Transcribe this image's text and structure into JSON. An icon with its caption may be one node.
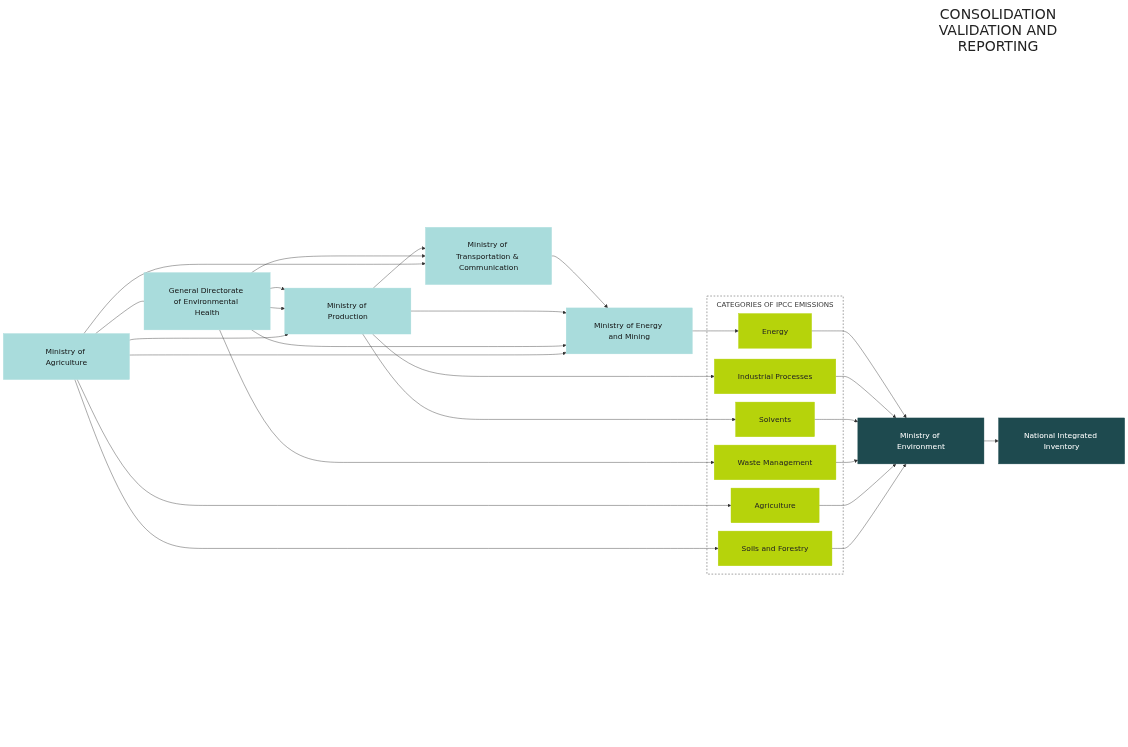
{
  "diagram": {
    "nodes": [
      {
        "text": [
          "Ministry of Energy and Mining"
        ]
      },
      {
        "text": [
          "Ministry of Transportation & Communication"
        ]
      },
      {
        "text": [
          "Ministry of Production"
        ]
      },
      {
        "text": [
          "General Directorate of Environmental Health"
        ]
      },
      {
        "text": [
          "Ministry of Agriculture"
        ]
      },
      {
        "text": [
          "CATEGORIES OF IPCC EMISSIONS"
        ]
      },
      {
        "text": [
          "Energy"
        ],
        "in": 5
      },
      {
        "text": [
          "Industrial Processes"
        ],
        "in": 5
      },
      {
        "text": [
          "Solvents"
        ],
        "in": 5
      },
      {
        "text": [
          "Waste Management"
        ],
        "in": 5
      },
      {
        "text": [
          "Agriculture"
        ],
        "in": 5
      },
      {
        "text": [
          "Soils and Forestry"
        ],
        "in": 5
      },
      {
        "text": [
          "Ministry of Environment"
        ]
      },
      {
        "text": [
          "National Integrated Inventory"
        ]
      }
    ],
    "edges": [
      {
        "from": 1,
        "to": 0,
        "arrow": "to"
      },
      {
        "from": 3,
        "to": 2,
        "arrow": "to"
      },
      {
        "from": 4,
        "to": 3,
        "arrow": "none"
      },
      {
        "from": 2,
        "to": 0,
        "arrow": "to"
      },
      {
        "from": 2,
        "to": 1,
        "arrow": "to"
      },
      {
        "from": 3,
        "to": 0,
        "arrow": "to"
      },
      {
        "from": 3,
        "to": 1,
        "arrow": "to"
      },
      {
        "from": 3,
        "to": 2,
        "arrow": "to"
      },
      {
        "from": 4,
        "to": 0,
        "arrow": "to"
      },
      {
        "from": 4,
        "to": 1,
        "arrow": "to"
      },
      {
        "from": 4,
        "to": 2,
        "arrow": "to"
      },
      {
        "from": 0,
        "to": 6,
        "arrow": "to"
      },
      {
        "from": 2,
        "to": 7,
        "arrow": "to"
      },
      {
        "from": 2,
        "to": 8,
        "arrow": "to"
      },
      {
        "from": 3,
        "to": 9,
        "arrow": "to"
      },
      {
        "from": 4,
        "to": 10,
        "arrow": "to"
      },
      {
        "from": 4,
        "to": 11,
        "arrow": "to"
      },
      {
        "from": 6,
        "to": 12,
        "arrow": "to"
      },
      {
        "from": 7,
        "to": 12,
        "arrow": "to"
      },
      {
        "from": 8,
        "to": 12,
        "arrow": "to"
      },
      {
        "from": 9,
        "to": 12,
        "arrow": "to"
      },
      {
        "from": 10,
        "to": 12,
        "arrow": "to"
      },
      {
        "from": 11,
        "to": 12,
        "arrow": "to"
      },
      {
        "from": 12,
        "to": 13,
        "arrow": "to"
      }
    ],
    "labels": [
      "CONSOLIDATION VALIDATION AND REPORTING"
    ]
  }
}
